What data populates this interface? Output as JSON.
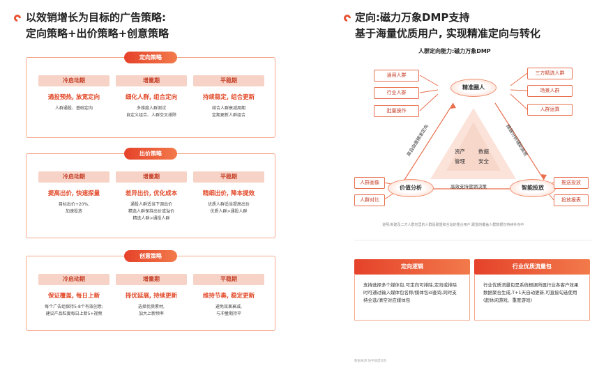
{
  "left": {
    "title1": "以效销增长为目标的广告策略:",
    "title2": "定向策略+出价策略+创意策略",
    "sections": [
      {
        "label": "定向策略",
        "cols": [
          {
            "phase": "冷启动期",
            "strategy": "通投预热, 放宽定向",
            "desc": [
              "人群通投、基础定向"
            ]
          },
          {
            "phase": "增量期",
            "strategy": "细化人群, 组合定向",
            "desc": [
              "多维度人群测试",
              "自定义组合、人群交叉排除"
            ]
          },
          {
            "phase": "平稳期",
            "strategy": "持续稳定, 组合更新",
            "desc": [
              "结合人群衰减周期",
              "定期更新人群组合"
            ]
          }
        ]
      },
      {
        "label": "出价策略",
        "cols": [
          {
            "phase": "冷启动期",
            "strategy": "提高出价, 快速探量",
            "desc": [
              "目标出价+20%,",
              "加速投放"
            ]
          },
          {
            "phase": "增量期",
            "strategy": "差异出价, 优化成本",
            "desc": [
              "通投人群适当下调出价",
              "精选人群保持出价或溢价",
              "精选人群>通投人群"
            ]
          },
          {
            "phase": "平稳期",
            "strategy": "精细出价, 降本提效",
            "desc": [
              "优质人群适当提高出价",
              "优质人群>通投人群"
            ]
          }
        ]
      },
      {
        "label": "创意策略",
        "cols": [
          {
            "phase": "冷启动期",
            "strategy": "保证覆盖, 每日上新",
            "desc": [
              "每个广告组保持5-8个有效创意;",
              "建议产品粒度每日上新5+视频"
            ]
          },
          {
            "phase": "增量期",
            "strategy": "择优延展, 持续更新",
            "desc": [
              "选择优质素材,",
              "加大上新频率"
            ]
          },
          {
            "phase": "平稳期",
            "strategy": "维持节奏, 稳定更新",
            "desc": [
              "避免效果衰减,",
              "与冲量期持平"
            ]
          }
        ]
      }
    ]
  },
  "right": {
    "title1": "定向:磁力万象DMP支持",
    "title2": "基于海量优质用户, 实现精准定向与转化",
    "diagram": {
      "title": "人群定向能力:磁力万象DMP",
      "top_node": "精准圈人",
      "left_node": "价值分析",
      "right_node": "智能投放",
      "top_left_boxes": [
        "通用人群",
        "行业人群",
        "批量操作"
      ],
      "top_right_boxes": [
        "三方精选人群",
        "场景人群",
        "人群运算"
      ],
      "left_boxes": [
        "人群画像",
        "人群对比"
      ],
      "right_boxes": [
        "推送投放",
        "投放报表"
      ],
      "edge_left": "高自由度精准定向",
      "edge_right": "精细分析辅助投放",
      "edge_bottom": "高效支持营销决策",
      "center": [
        "资产",
        "数据",
        "管理",
        "安全"
      ]
    },
    "note": "说明:新建及二方人群包里的人群是联盟和全站的重合用户,联盟的覆盖人群数据仅持续补充中",
    "panels": [
      {
        "title": "定向逻辑",
        "body": "支持选择多个媒体包,可定向可排除,定向或排除时可通过输入媒体包名称/媒体包id查询,同时支持全选/清空对应媒体包"
      },
      {
        "title": "行业优质流量包",
        "body": "行业优质流量包是系统根据所属行业各客户效果数据聚合生成,T+1天自动更新,可直接勾选使用(超休闲游戏、重度游戏)"
      }
    ],
    "source": "数据来源:快手联盟资料"
  }
}
